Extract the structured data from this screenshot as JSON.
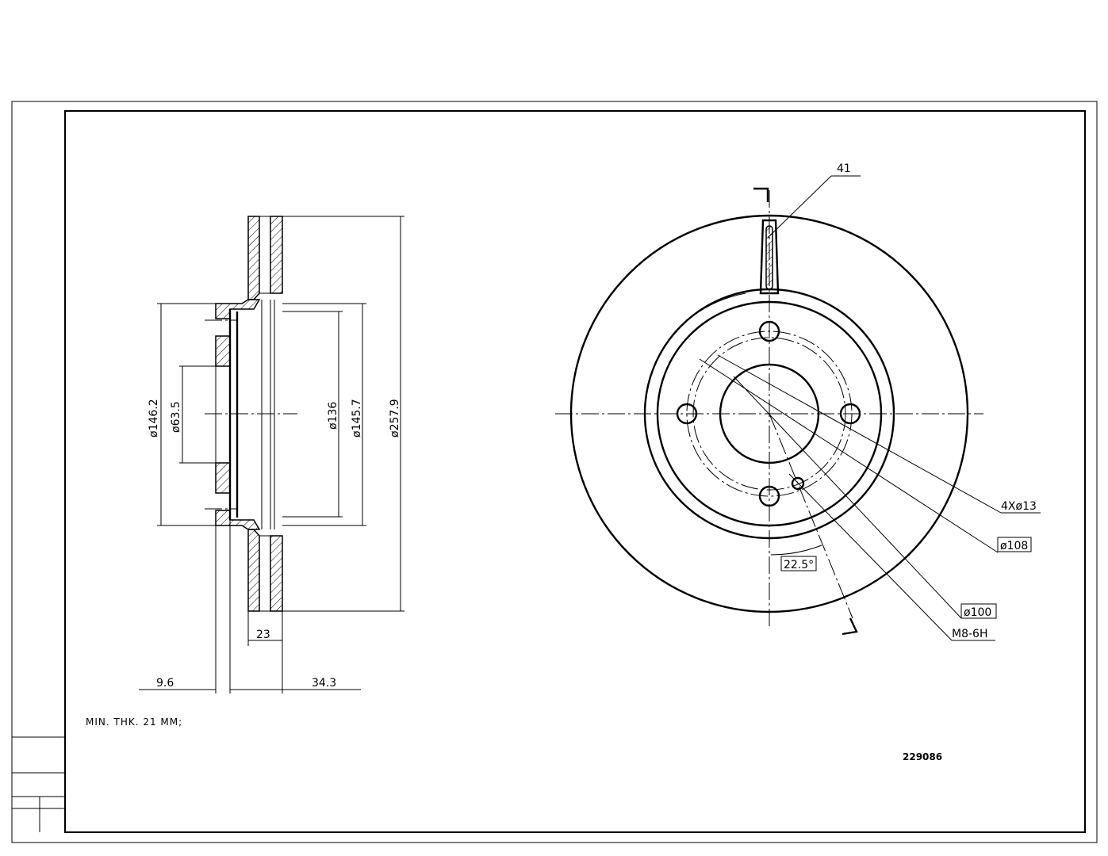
{
  "part_number": "229086",
  "note": "MIN. THK. 21 MM;",
  "section_view": {
    "dims": {
      "d146_2": "ø146.2",
      "d63_5": "ø63.5",
      "d136": "ø136",
      "d145_7": "ø145.7",
      "d257_9": "ø257.9",
      "thk23": "23",
      "off9_6": "9.6",
      "h34_3": "34.3"
    }
  },
  "front_view": {
    "dims": {
      "slot41": "41",
      "holes": "4Xø13",
      "pcd108": "ø108",
      "pcd100": "ø100",
      "thread": "M8-6H",
      "angle": "22.5°"
    }
  }
}
